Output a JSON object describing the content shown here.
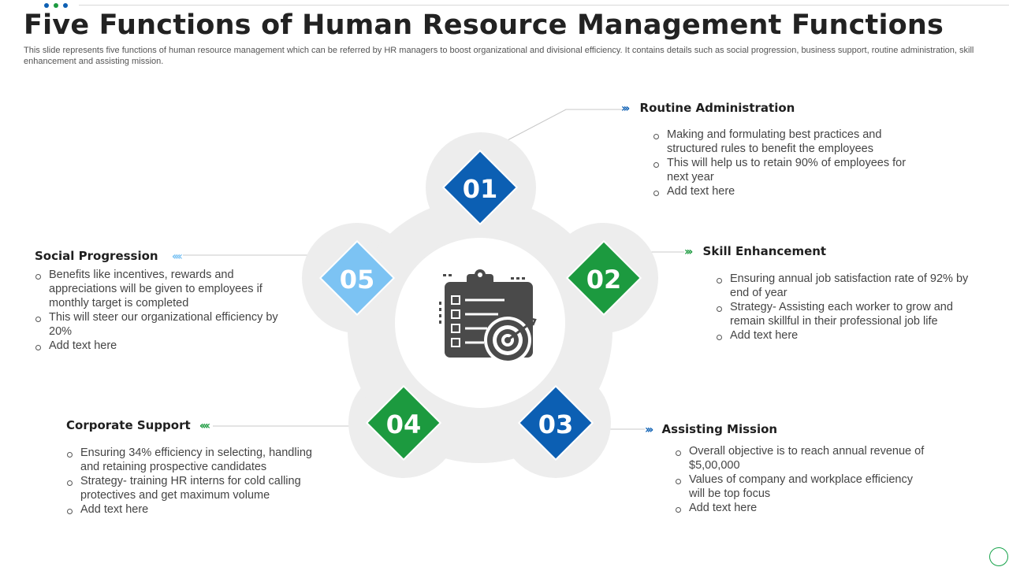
{
  "title": "Five Functions of Human Resource Management Functions",
  "subtitle": "This slide represents five functions of human resource management which can be referred by HR managers to boost organizational and divisional efficiency. It contains details such as social progression, business support, routine administration, skill enhancement and assisting mission.",
  "colors": {
    "dark_blue": "#0c5fb3",
    "green": "#1c9a3f",
    "light_blue": "#7cc3f3",
    "petal_gray": "#ededed",
    "icon_gray": "#4a4a4a"
  },
  "center_icon": "clipboard-target-icon",
  "diamonds": [
    {
      "number": "01",
      "color": "#0c5fb3"
    },
    {
      "number": "02",
      "color": "#1c9a3f"
    },
    {
      "number": "03",
      "color": "#0c5fb3"
    },
    {
      "number": "04",
      "color": "#1c9a3f"
    },
    {
      "number": "05",
      "color": "#7cc3f3"
    }
  ],
  "functions": {
    "routine": {
      "title": "Routine Administration",
      "chevrons": "›››",
      "points": [
        "Making and formulating best practices and structured rules to benefit the employees",
        "This will help us to retain 90% of employees for next year",
        "Add text here"
      ]
    },
    "skill": {
      "title": "Skill Enhancement",
      "chevrons": "›››",
      "points": [
        "Ensuring annual job satisfaction rate of 92% by end of year",
        "Strategy- Assisting each worker to grow and remain skillful in their professional job life",
        "Add text here"
      ]
    },
    "assisting": {
      "title": "Assisting Mission",
      "chevrons": "›››",
      "points": [
        "Overall objective is to reach annual revenue of $5,00,000",
        "Values of company and workplace efficiency will be top focus",
        "Add text here"
      ]
    },
    "corporate": {
      "title": "Corporate Support",
      "chevrons": "‹‹‹‹",
      "points": [
        "Ensuring 34% efficiency in selecting, handling and retaining prospective candidates",
        "Strategy- training HR interns for cold calling protectives and get maximum volume",
        "Add text here"
      ]
    },
    "social": {
      "title": "Social Progression",
      "chevrons": "‹‹‹‹",
      "points": [
        "Benefits like incentives, rewards and appreciations will be given to employees if monthly target is completed",
        "This will steer our organizational efficiency by 20%",
        "Add text here"
      ]
    }
  }
}
